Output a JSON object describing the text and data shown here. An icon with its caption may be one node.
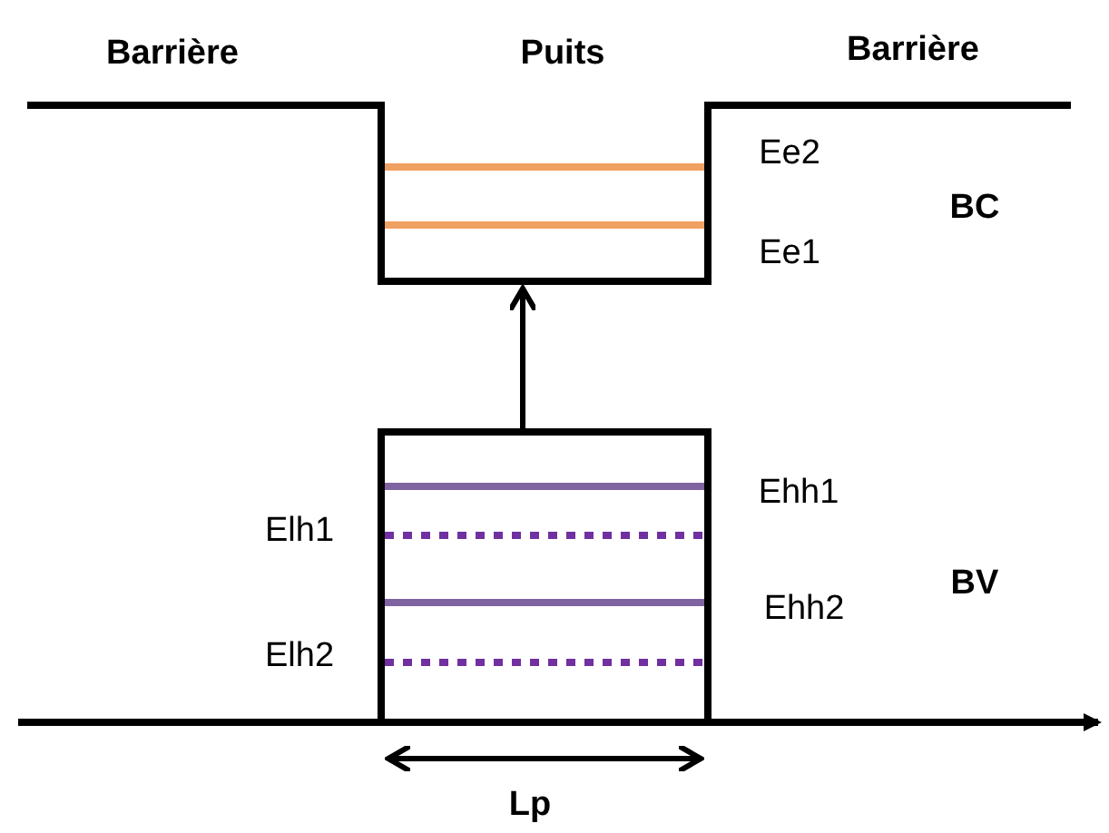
{
  "diagram": {
    "nodes": [
      {
        "text": [],
        "shape": "box"
      },
      {
        "text": [],
        "shape": "box"
      }
    ],
    "edges": [
      {
        "from": 1,
        "to": 0,
        "arrow": "to"
      }
    ],
    "labels": [
      "Barrière",
      "Puits",
      "Barrière",
      "Ee2",
      "BC",
      "Ee1",
      "Ehh1",
      "Elh1",
      "BV",
      "Ehh2",
      "Elh2",
      "Lp"
    ]
  }
}
